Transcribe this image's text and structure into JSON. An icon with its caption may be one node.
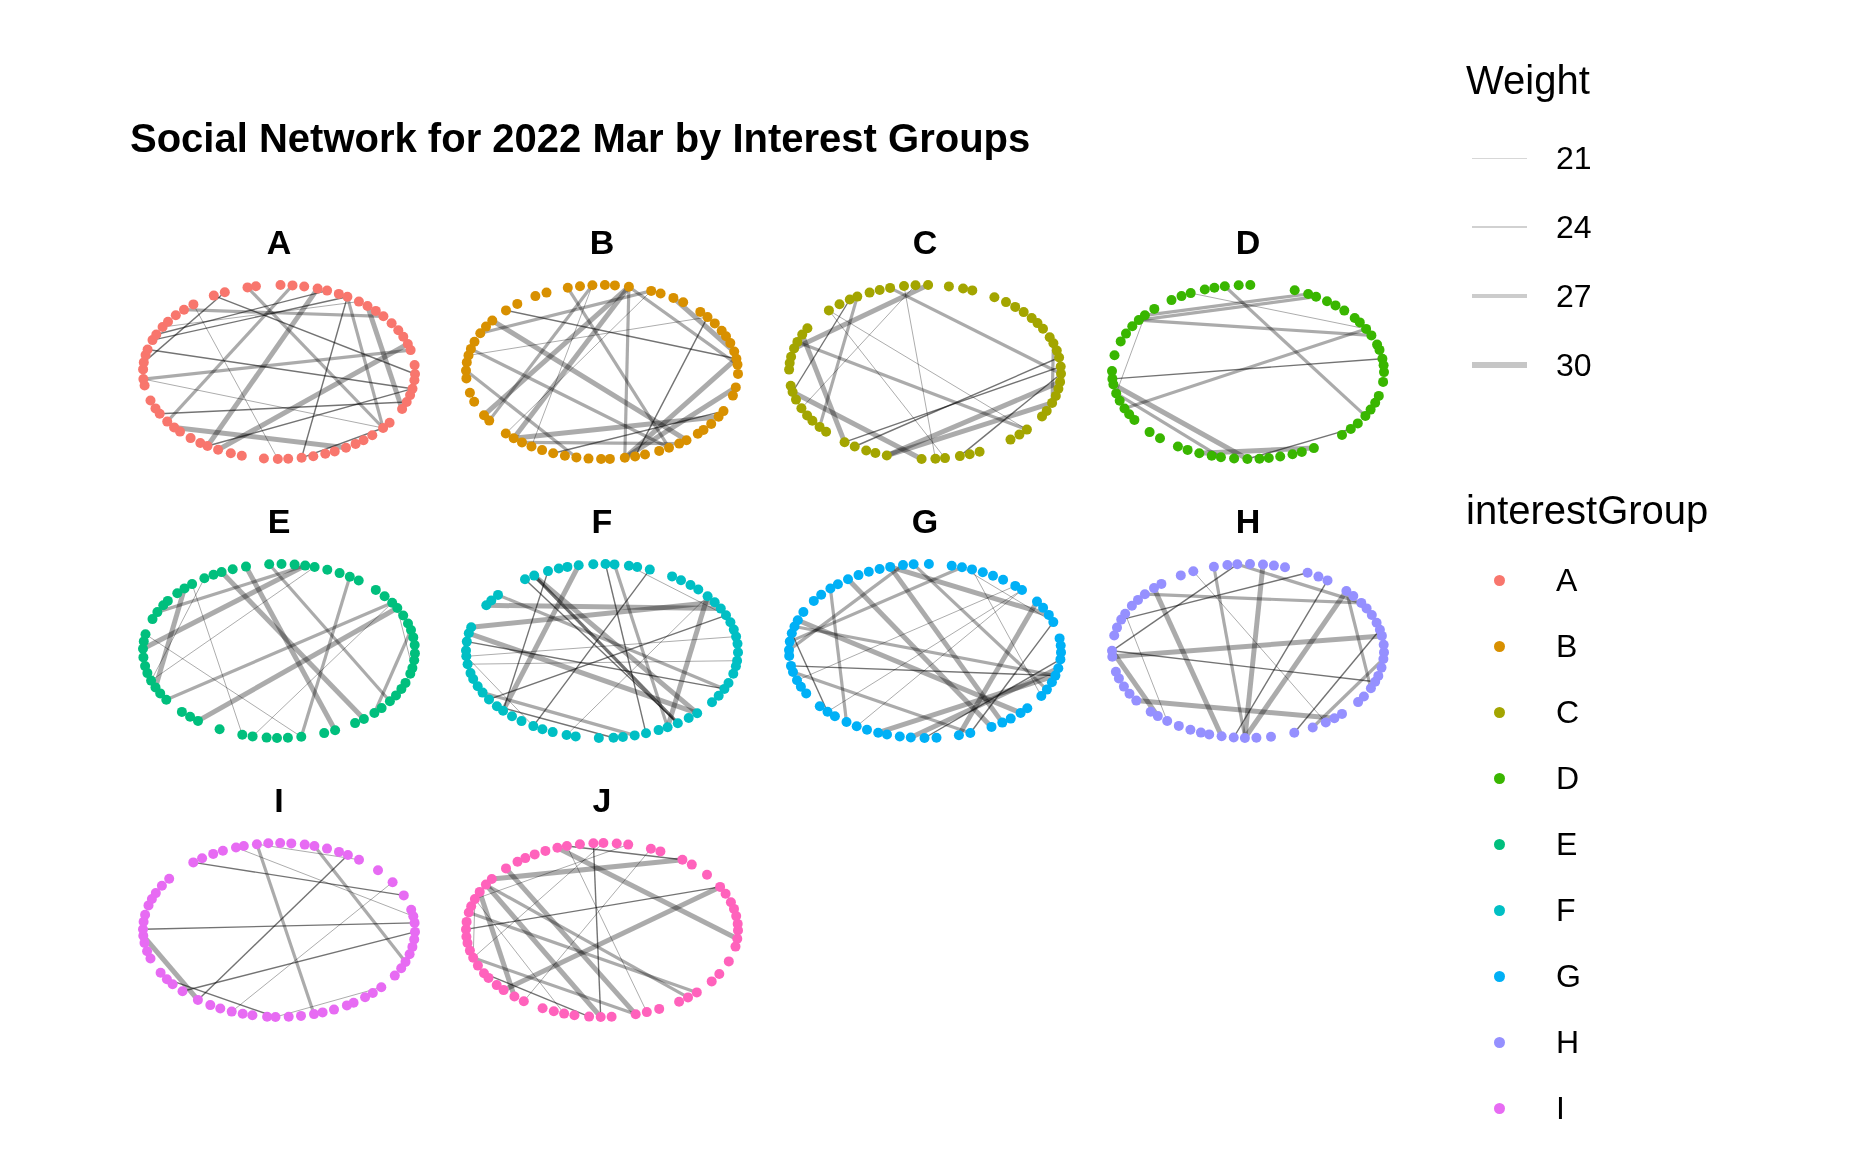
{
  "diagram": {
    "title": "Social Network for 2022 Mar by Interest Groups",
    "labels": [
      "A",
      "B",
      "C",
      "D",
      "E",
      "F",
      "G",
      "H",
      "I",
      "J",
      "Weight",
      "interestGroup"
    ],
    "legend": [
      {
        "text": "21"
      },
      {
        "text": "24"
      },
      {
        "text": "27"
      },
      {
        "text": "30"
      },
      {
        "text": "A",
        "color": "#f8766d"
      },
      {
        "text": "B",
        "color": "#d89000"
      },
      {
        "text": "C",
        "color": "#a3a500"
      },
      {
        "text": "D",
        "color": "#39b600"
      },
      {
        "text": "E",
        "color": "#00bf7d"
      },
      {
        "text": "F",
        "color": "#00bfc4"
      },
      {
        "text": "G",
        "color": "#00b0f6"
      },
      {
        "text": "H",
        "color": "#9590ff"
      },
      {
        "text": "I",
        "color": "#e76bf3"
      }
    ]
  }
}
